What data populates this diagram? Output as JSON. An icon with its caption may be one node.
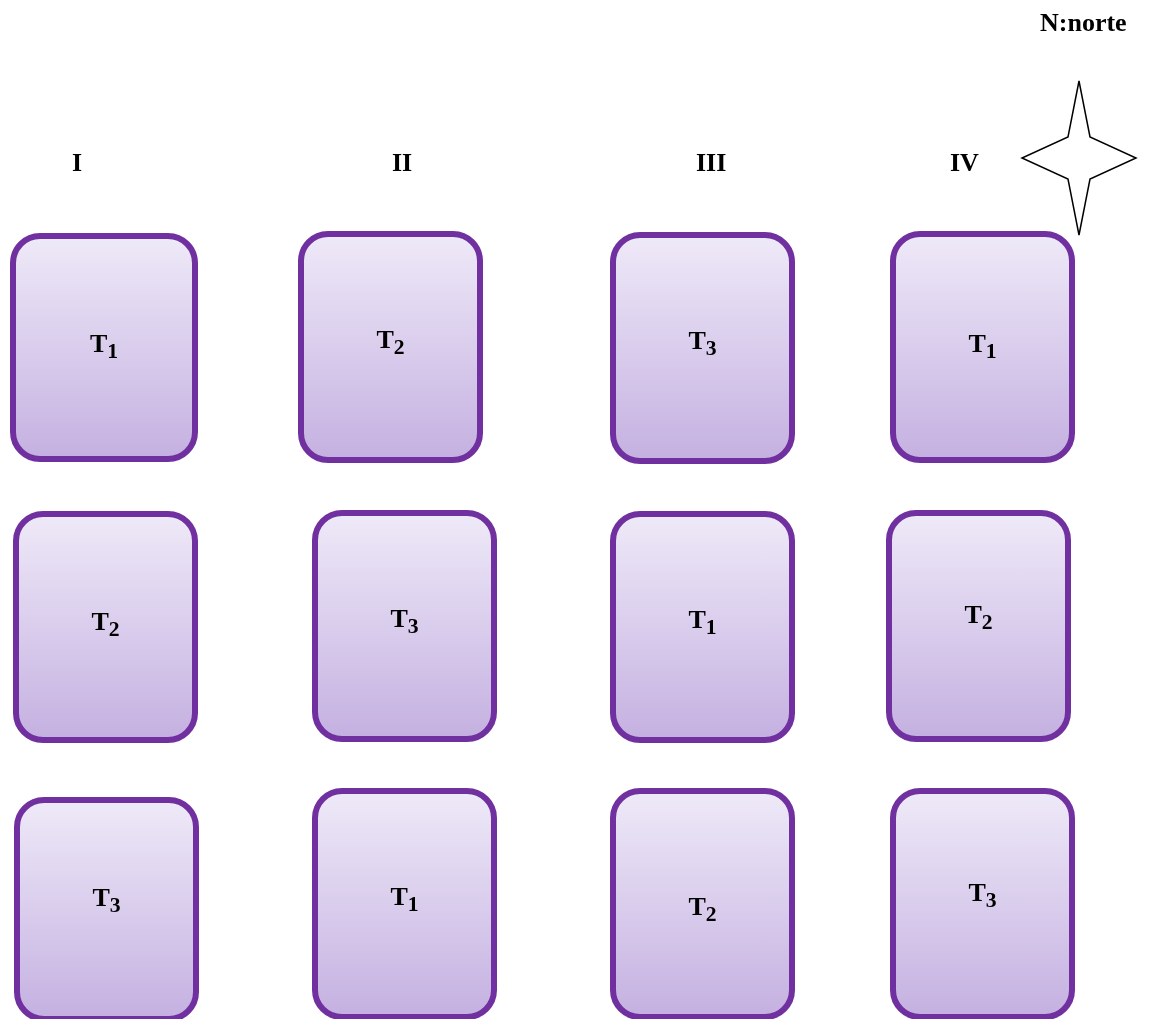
{
  "diagram": {
    "nodes": [
      {
        "text": [
          "T$_{1}$"
        ]
      },
      {
        "text": [
          "T$_{2}$"
        ]
      },
      {
        "text": [
          "T$_{3}$"
        ]
      },
      {
        "text": [
          "T$_{1}$"
        ]
      },
      {
        "text": [
          "T$_{2}$"
        ]
      },
      {
        "text": [
          "T$_{3}$"
        ]
      },
      {
        "text": [
          "T$_{1}$"
        ]
      },
      {
        "text": [
          "T$_{2}$"
        ]
      },
      {
        "text": [
          "T$_{3}$"
        ]
      },
      {
        "text": [
          "T$_{1}$"
        ]
      },
      {
        "text": [
          "T$_{2}$"
        ]
      },
      {
        "text": [
          "T$_{3}$"
        ]
      }
    ],
    "labels": [
      "N:norte",
      "I",
      "II",
      "III",
      "IV"
    ]
  }
}
